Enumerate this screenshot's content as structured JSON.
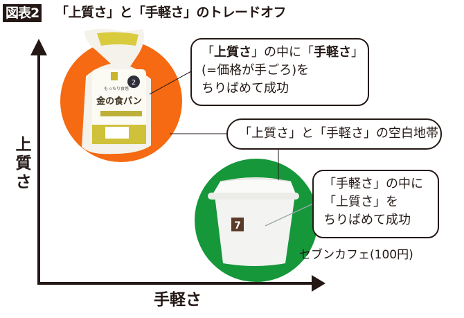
{
  "header": {
    "figure_label": "図表2",
    "title": "「上質さ」と「手軽さ」のトレードオフ"
  },
  "axes": {
    "y_label": "上質さ",
    "x_label": "手軽さ",
    "color": "#231815"
  },
  "circles": [
    {
      "name": "high-quality-circle",
      "color": "#F56A12",
      "product": "金の食パン (bread)"
    },
    {
      "name": "convenience-circle",
      "color": "#15973A",
      "product": "セブンカフェ coffee cup"
    }
  ],
  "callouts": {
    "quality": {
      "q1": "「",
      "bold1": "上質さ",
      "mid": "」の中に「",
      "bold2": "手軽さ",
      "q2": "」",
      "line2": "(=価格が手ごろ)を",
      "line3": "ちりばめて成功"
    },
    "gap": {
      "text": "「上質さ」と「手軽さ」の空白地帯"
    },
    "convenience": {
      "line1": "「手軽さ」の中に",
      "line2": "「上質さ」を",
      "line3": "ちりばめて成功"
    }
  },
  "product_caption": "セブンカフェ(100円)"
}
